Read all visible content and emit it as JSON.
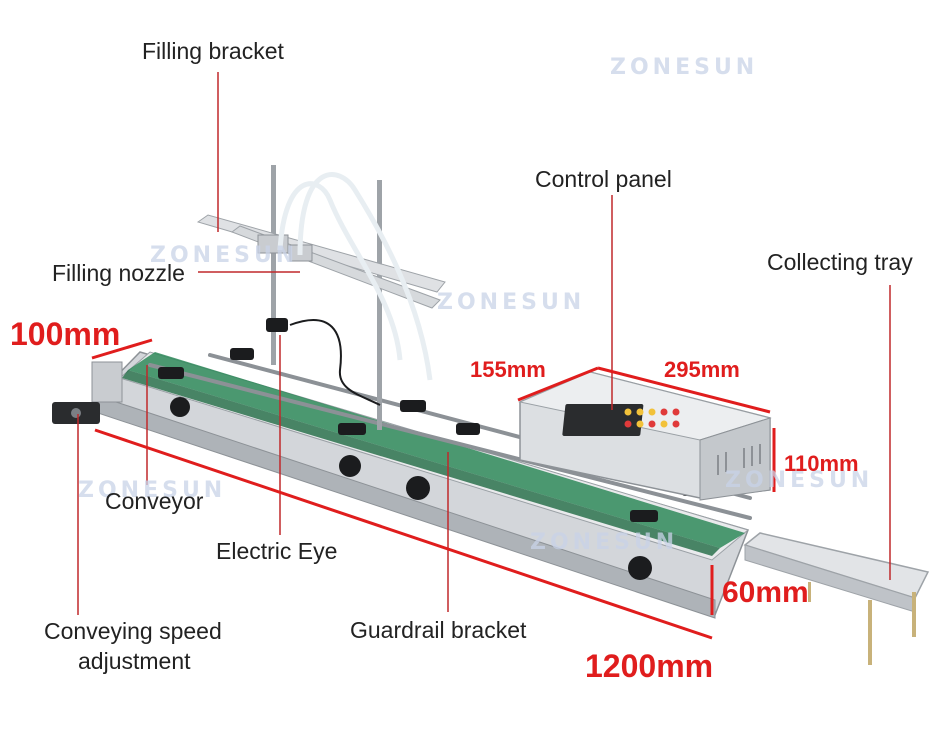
{
  "labels": {
    "filling_bracket": "Filling bracket",
    "control_panel": "Control panel",
    "collecting_tray": "Collecting tray",
    "filling_nozzle": "Filling nozzle",
    "conveyor": "Conveyor",
    "electric_eye": "Electric Eye",
    "conveying_speed_line1": "Conveying speed",
    "conveying_speed_line2": "adjustment",
    "guardrail_bracket": "Guardrail bracket"
  },
  "dimensions": {
    "width": "100mm",
    "panel_depth": "155mm",
    "panel_length": "295mm",
    "panel_height": "110mm",
    "belt_height": "60mm",
    "length": "1200mm"
  },
  "watermark": "ZONESUN",
  "colors": {
    "label_text": "#222222",
    "dimension_red": "#e01d1d",
    "leader_line": "#c0282b",
    "belt_green": "#2f8a5a",
    "steel": "#c9ccd0"
  }
}
